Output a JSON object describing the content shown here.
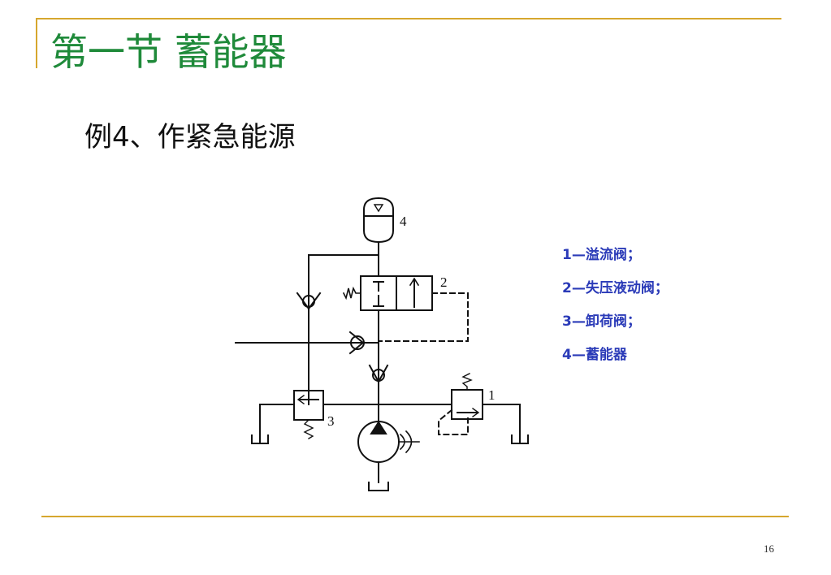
{
  "slide": {
    "title": "第一节  蓄能器",
    "example_heading": "例4、作紧急能源",
    "page_number": "16"
  },
  "diagram": {
    "labels": [
      "1",
      "2",
      "3",
      "4"
    ]
  },
  "legend": [
    "1—溢流阀；",
    "2—失压液动阀；",
    "3—卸荷阀；",
    "4—蓄能器"
  ],
  "colors": {
    "title": "#1f8a3a",
    "legend": "#2b3bb8",
    "rule": "#d6a72e"
  }
}
